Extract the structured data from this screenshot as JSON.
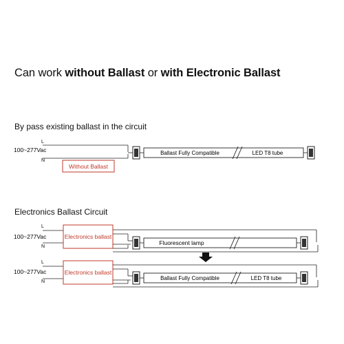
{
  "headline": {
    "prefix": "Can work ",
    "bold_1": "without Ballast",
    "middle": " or ",
    "bold_2": "with Electronic Ballast"
  },
  "section_1": {
    "title": "By pass existing ballast in the circuit",
    "voltage": "100~277Vac",
    "line_label": "L",
    "neutral_label": "N",
    "badge": "Without Ballast",
    "tube_left_label": "Ballast Fully Compatible",
    "tube_right_label": "LED T8 tube"
  },
  "section_2": {
    "title": "Electronics Ballast Circuit",
    "circuit_a": {
      "voltage": "100~277Vac",
      "line_label": "L",
      "neutral_label": "N",
      "ballast_label": "Electronics ballast",
      "tube_label": "Fluorescent lamp"
    },
    "circuit_b": {
      "voltage": "100~277Vac",
      "line_label": "L",
      "neutral_label": "N",
      "ballast_label": "Electronics ballast",
      "tube_left_label": "Ballast Fully Compatible",
      "tube_right_label": "LED T8 tube"
    }
  },
  "colors": {
    "ballast_red": "#c0392b",
    "line": "#222222"
  },
  "icons": [
    "arrow-down-icon",
    "pin-connector-icon"
  ]
}
